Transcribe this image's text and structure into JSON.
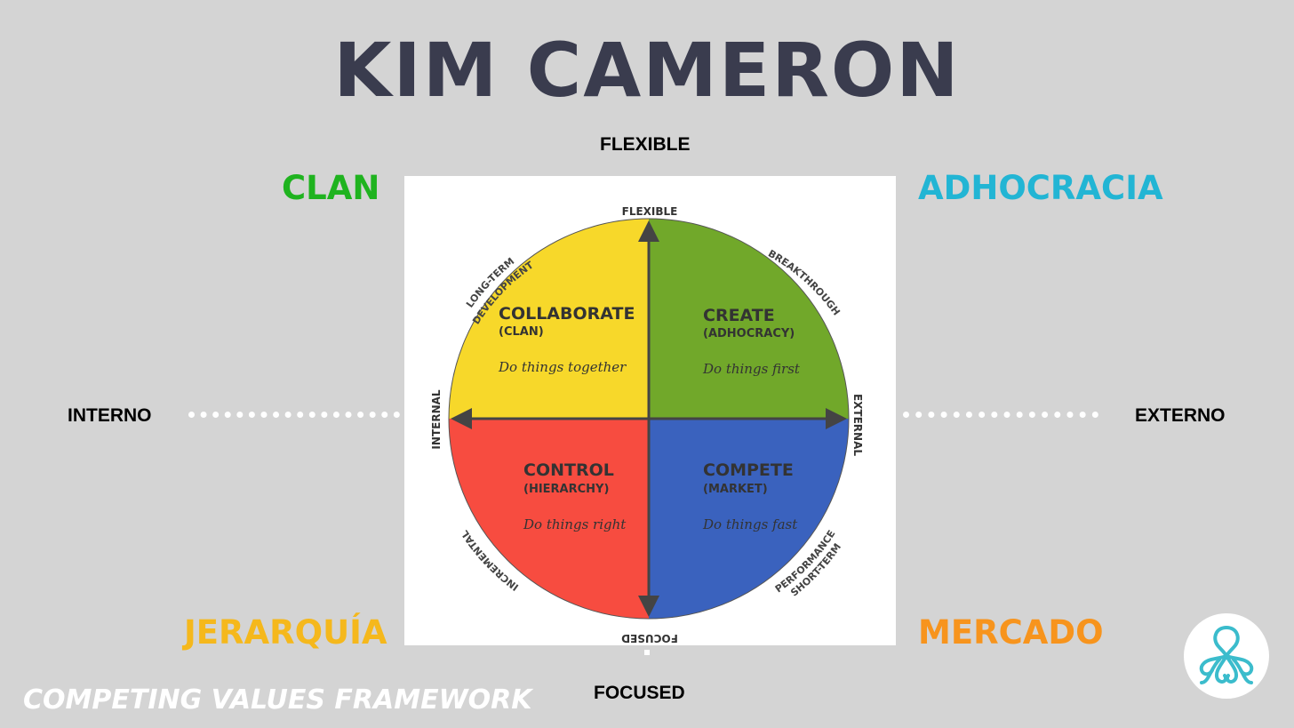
{
  "title": "KIM CAMERON",
  "axes_outer": {
    "top": "FLEXIBLE",
    "bottom": "FOCUSED",
    "left": "INTERNO",
    "right": "EXTERNO"
  },
  "corners": {
    "top_left": {
      "label": "CLAN",
      "color": "#1fb31f"
    },
    "top_right": {
      "label": "ADHOCRACIA",
      "color": "#22b5d4"
    },
    "bottom_left": {
      "label": "JERARQUÍA",
      "color": "#f5b81c"
    },
    "bottom_right": {
      "label": "MERCADO",
      "color": "#f7941d"
    }
  },
  "diagram": {
    "axis_labels": {
      "top": "FLEXIBLE",
      "bottom": "FOCUSED",
      "left": "INTERNAL",
      "right": "EXTERNAL"
    },
    "diagonal_labels": {
      "top_left_line1": "LONG-TERM",
      "top_left_line2": "DEVELOPMENT",
      "top_right": "BREAKTHROUGH",
      "bottom_left": "INCREMENTAL",
      "bottom_right_line1": "SHORT-TERM",
      "bottom_right_line2": "PERFORMANCE"
    },
    "quadrants": {
      "top_left": {
        "title": "COLLABORATE",
        "subtitle": "(CLAN)",
        "motto": "Do things together",
        "color": "#f7d82a"
      },
      "top_right": {
        "title": "CREATE",
        "subtitle": "(ADHOCRACY)",
        "motto": "Do things first",
        "color": "#71a82a"
      },
      "bottom_left": {
        "title": "CONTROL",
        "subtitle": "(HIERARCHY)",
        "motto": "Do things right",
        "color": "#f74c40"
      },
      "bottom_right": {
        "title": "COMPETE",
        "subtitle": "(MARKET)",
        "motto": "Do things fast",
        "color": "#3a62be"
      }
    }
  },
  "footer": "COMPETING VALUES FRAMEWORK",
  "logo": {
    "icon": "octopus-icon",
    "color": "#3bbccc"
  }
}
